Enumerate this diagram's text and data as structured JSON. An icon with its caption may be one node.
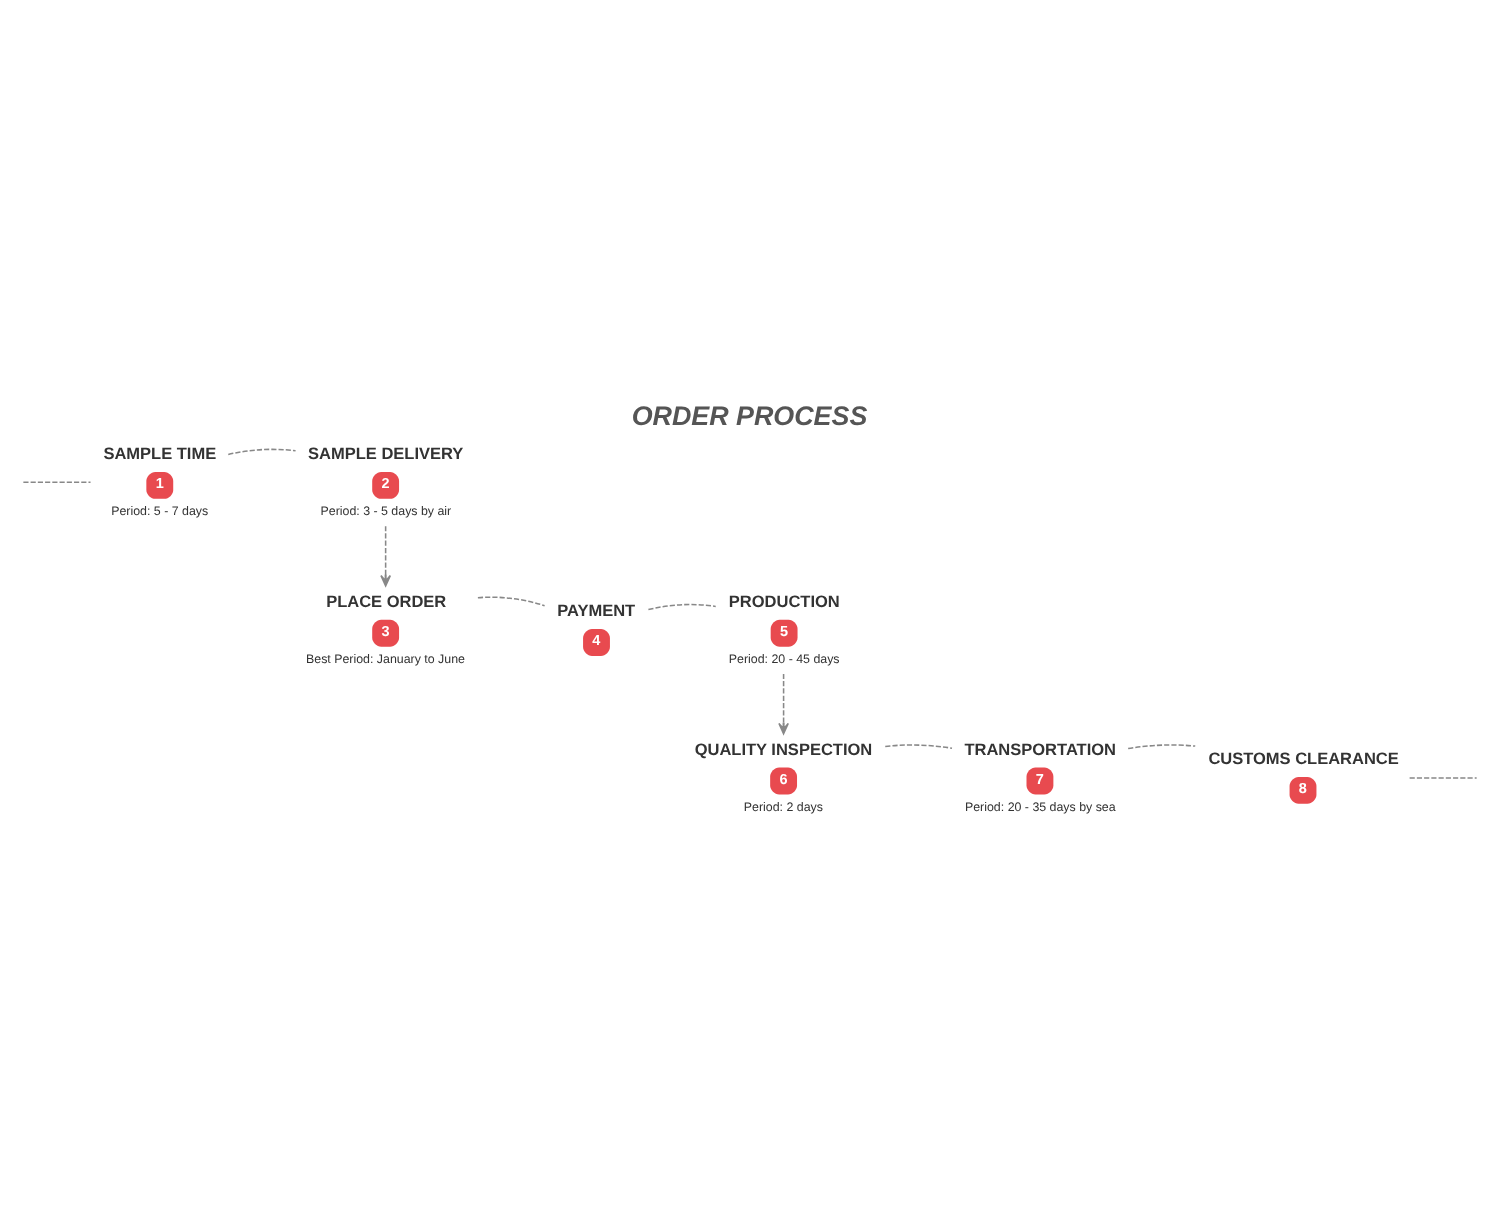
{
  "diagram": {
    "title": "ORDER PROCESS",
    "nodes": [
      {
        "text": [
          "SAMPLE TIME",
          "1"
        ],
        "beside": [
          "Period: 5 - 7 days"
        ]
      },
      {
        "text": [
          "SAMPLE DELIVERY",
          "2"
        ],
        "beside": [
          "Period: 3 - 5 days by air"
        ]
      },
      {
        "text": [
          "PLACE ORDER",
          "3"
        ],
        "beside": [
          "Best Period: January to June"
        ]
      },
      {
        "text": [
          "PAYMENT",
          "4"
        ]
      },
      {
        "text": [
          "PRODUCTION",
          "5"
        ],
        "beside": [
          "Period: 20 - 45 days"
        ]
      },
      {
        "text": [
          "QUALITY INSPECTION",
          "6"
        ],
        "beside": [
          "Period: 2 days"
        ]
      },
      {
        "text": [
          "TRANSPORTATION",
          "7"
        ],
        "beside": [
          "Period: 20 - 35 days by sea"
        ]
      },
      {
        "text": [
          "CUSTOMS CLEARANCE",
          "8"
        ]
      }
    ],
    "edges": [
      {
        "from": null,
        "to": 0,
        "arrow": "none",
        "style": "dashed"
      },
      {
        "from": 0,
        "to": 1,
        "arrow": "none",
        "style": "dashed"
      },
      {
        "from": 1,
        "to": 2,
        "arrow": "to",
        "style": "dashed"
      },
      {
        "from": 2,
        "to": 3,
        "arrow": "none",
        "style": "dashed"
      },
      {
        "from": 3,
        "to": 4,
        "arrow": "none",
        "style": "dashed"
      },
      {
        "from": 4,
        "to": 5,
        "arrow": "to",
        "style": "dashed"
      },
      {
        "from": 5,
        "to": 6,
        "arrow": "none",
        "style": "dashed"
      },
      {
        "from": 6,
        "to": 7,
        "arrow": "none",
        "style": "dashed"
      },
      {
        "from": 7,
        "to": null,
        "arrow": "none",
        "style": "dashed"
      }
    ]
  }
}
